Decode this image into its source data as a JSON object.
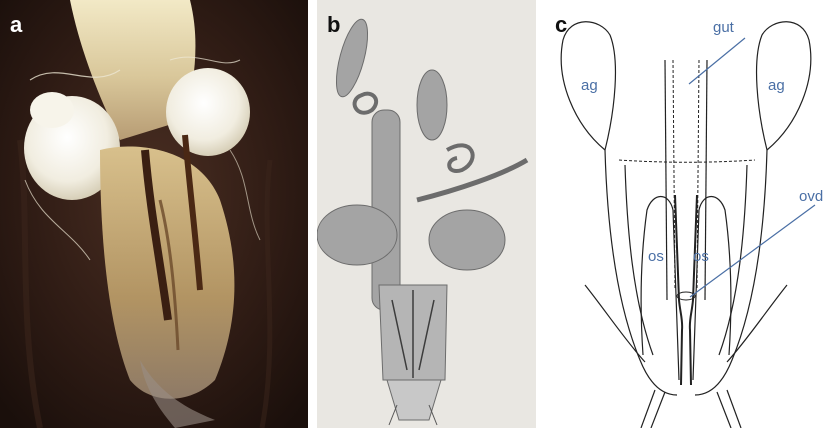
{
  "figure": {
    "panels": [
      {
        "letter": "a"
      },
      {
        "letter": "b"
      },
      {
        "letter": "c"
      }
    ],
    "diagram_labels": {
      "gut": "gut",
      "ag_left": "ag",
      "ag_right": "ag",
      "ovd": "ovd",
      "os_left": "os",
      "os_right": "os"
    },
    "colors": {
      "label_text": "#4a6fa5",
      "leader_line": "#4a6fa5",
      "ink": "#222222",
      "photo_background": "#2a1812",
      "photo_tissue": "#f3ecd2",
      "engraving_fill": "#9e9e9e",
      "engraving_background": "#e9e7e2"
    }
  }
}
